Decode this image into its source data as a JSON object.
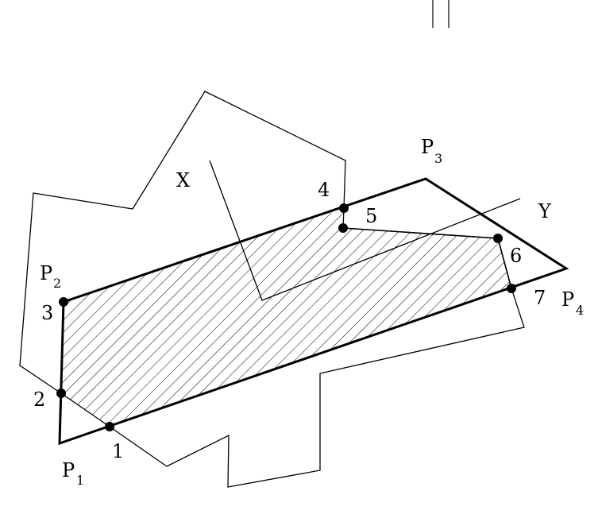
{
  "diagram": {
    "clip_window_labels": {
      "p1": "P",
      "p1_sub": "1",
      "p2": "P",
      "p2_sub": "2",
      "p3": "P",
      "p3_sub": "3",
      "p4": "P",
      "p4_sub": "4"
    },
    "intersection_labels": [
      "1",
      "2",
      "3",
      "4",
      "5",
      "6",
      "7"
    ],
    "line_labels": {
      "x": "X",
      "y": "Y"
    },
    "colors": {
      "stroke": "#000000",
      "background": "#ffffff"
    }
  }
}
